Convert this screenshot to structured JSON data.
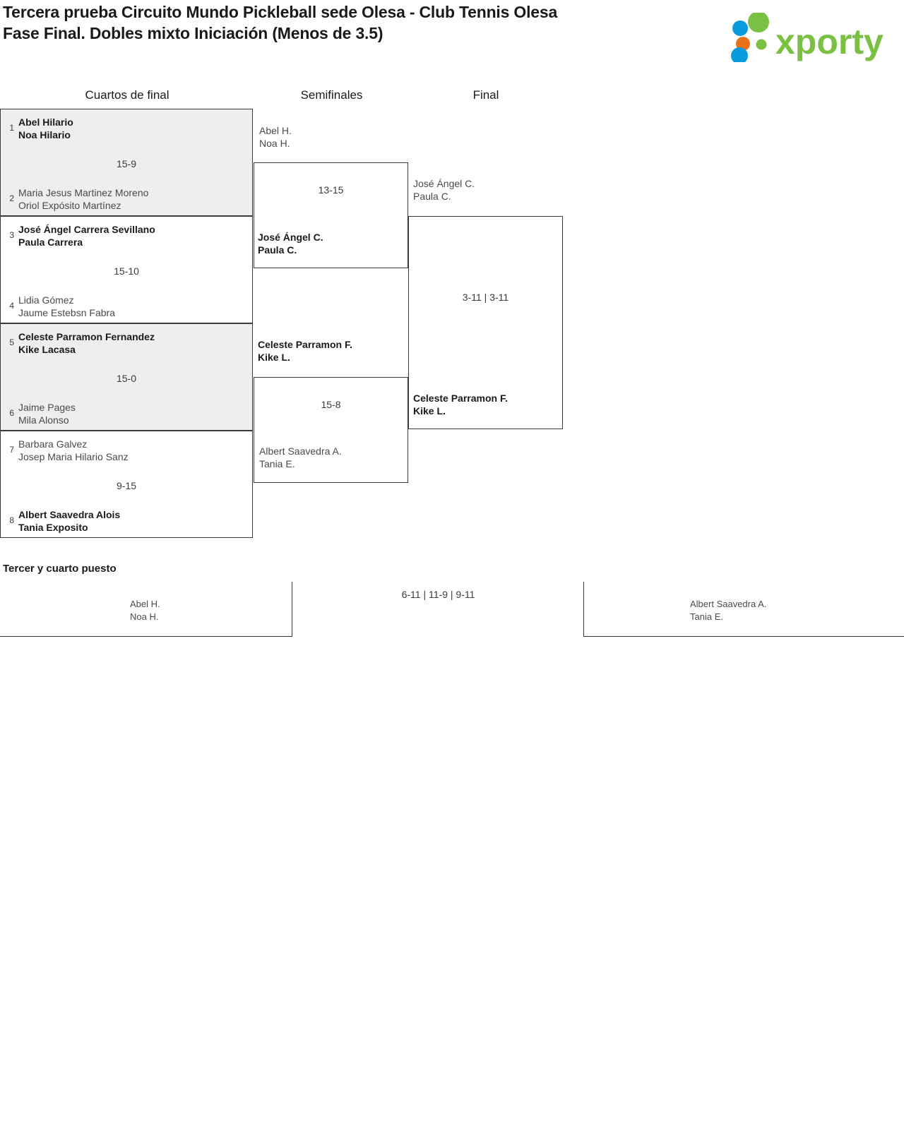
{
  "header": {
    "title_line1": "Tercera prueba Circuito Mundo Pickleball sede Olesa - Club Tennis Olesa",
    "title_line2": "Fase Final. Dobles mixto Iniciación (Menos de 3.5)",
    "logo_text": "xporty",
    "logo_colors": {
      "green": "#7ac143",
      "blue": "#0a9bdc",
      "orange": "#e8711a"
    }
  },
  "rounds": {
    "quarterfinals_label": "Cuartos de final",
    "semifinals_label": "Semifinales",
    "final_label": "Final"
  },
  "quarterfinals": [
    {
      "seed_top": "1",
      "top_line1": "Abel Hilario",
      "top_line2": "Noa Hilario",
      "seed_bottom": "2",
      "bottom_line1": "Maria Jesus Martinez Moreno",
      "bottom_line2": "Oriol Expósito Martínez",
      "score": "15-9",
      "winner": "top",
      "shaded": true
    },
    {
      "seed_top": "3",
      "top_line1": "José Ángel Carrera Sevillano",
      "top_line2": "Paula Carrera",
      "seed_bottom": "4",
      "bottom_line1": "Lidia Gómez",
      "bottom_line2": "Jaume Estebsn Fabra",
      "score": "15-10",
      "winner": "top",
      "shaded": false
    },
    {
      "seed_top": "5",
      "top_line1": "Celeste Parramon Fernandez",
      "top_line2": "Kike Lacasa",
      "seed_bottom": "6",
      "bottom_line1": "Jaime Pages",
      "bottom_line2": "Mila Alonso",
      "score": "15-0",
      "winner": "top",
      "shaded": true
    },
    {
      "seed_top": "7",
      "top_line1": "Barbara Galvez",
      "top_line2": "Josep Maria Hilario Sanz",
      "seed_bottom": "8",
      "bottom_line1": "Albert Saavedra Alois",
      "bottom_line2": "Tania Exposito",
      "score": "9-15",
      "winner": "bottom",
      "shaded": false
    }
  ],
  "semifinals": [
    {
      "top_line1": "Abel H.",
      "top_line2": "Noa H.",
      "bottom_line1": "José Ángel C.",
      "bottom_line2": "Paula C.",
      "score": "13-15",
      "winner": "bottom"
    },
    {
      "top_line1": "Celeste Parramon F.",
      "top_line2": "Kike L.",
      "bottom_line1": "Albert Saavedra A.",
      "bottom_line2": "Tania E.",
      "score": "15-8",
      "winner": "top"
    }
  ],
  "final": {
    "top_line1": "José Ángel C.",
    "top_line2": "Paula C.",
    "bottom_line1": "Celeste Parramon F.",
    "bottom_line2": "Kike L.",
    "score": "3-11 | 3-11",
    "winner": "bottom"
  },
  "third_place": {
    "title": "Tercer y cuarto puesto",
    "left_line1": "Abel H.",
    "left_line2": "Noa H.",
    "right_line1": "Albert Saavedra A.",
    "right_line2": "Tania E.",
    "score": "6-11 | 11-9 | 9-11"
  }
}
